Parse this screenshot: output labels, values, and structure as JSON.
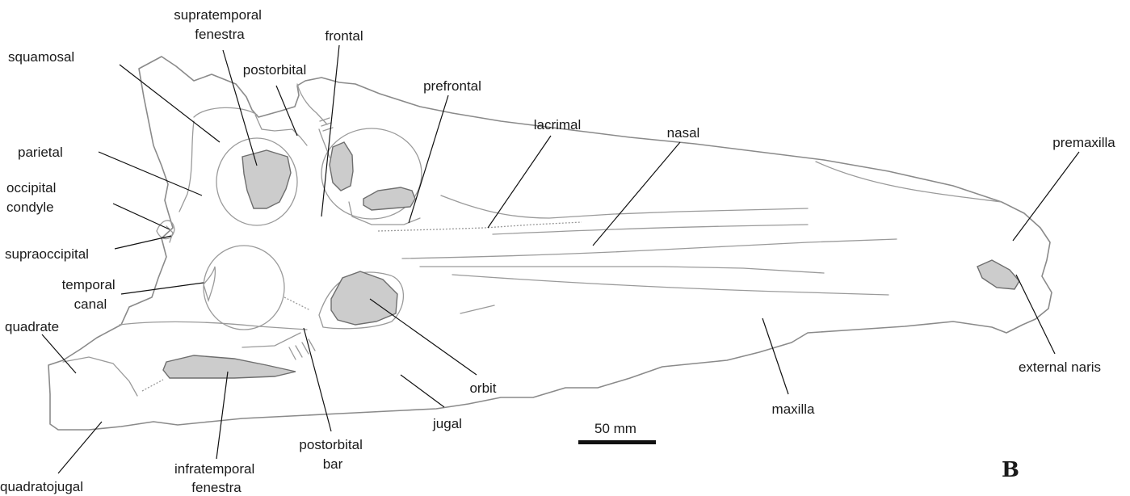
{
  "labels": {
    "supratemporal_fenestra": [
      "supratemporal",
      "fenestra"
    ],
    "frontal": "frontal",
    "squamosal": "squamosal",
    "postorbital": "postorbital",
    "prefrontal": "prefrontal",
    "lacrimal": "lacrimal",
    "nasal": "nasal",
    "premaxilla": "premaxilla",
    "parietal": "parietal",
    "occipital_condyle": [
      "occipital",
      "condyle"
    ],
    "supraoccipital": "supraoccipital",
    "temporal_canal": [
      "temporal",
      "canal"
    ],
    "quadrate": "quadrate",
    "external_naris": "external naris",
    "orbit": "orbit",
    "maxilla": "maxilla",
    "jugal": "jugal",
    "postorbital_bar": [
      "postorbital",
      "bar"
    ],
    "infratemporal_fenestra": [
      "infratemporal",
      "fenestra"
    ],
    "quadratojugal": "quadratojugal"
  },
  "scale_bar": {
    "label": "50 mm"
  },
  "panel_letter": "B"
}
